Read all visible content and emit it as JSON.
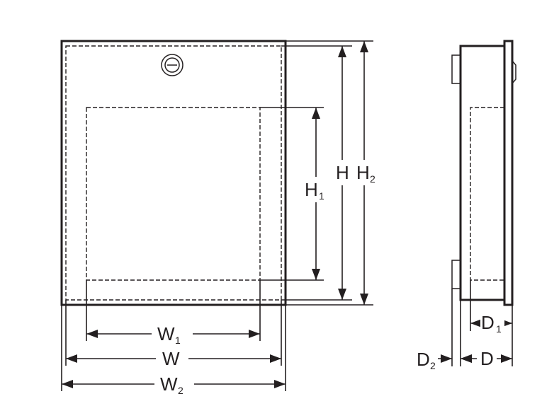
{
  "labels": {
    "w1": {
      "main": "W",
      "sub": "1"
    },
    "w": {
      "main": "W",
      "sub": ""
    },
    "w2": {
      "main": "W",
      "sub": "2"
    },
    "h1": {
      "main": "H",
      "sub": "1"
    },
    "h": {
      "main": "H",
      "sub": ""
    },
    "h2": {
      "main": "H",
      "sub": "2"
    },
    "d1": {
      "main": "D",
      "sub": "1"
    },
    "d2": {
      "main": "D",
      "sub": "2"
    },
    "d": {
      "main": "D",
      "sub": ""
    }
  },
  "colors": {
    "line": "#231f20",
    "background": "#ffffff"
  },
  "icons": {
    "lock": "lock-icon"
  }
}
